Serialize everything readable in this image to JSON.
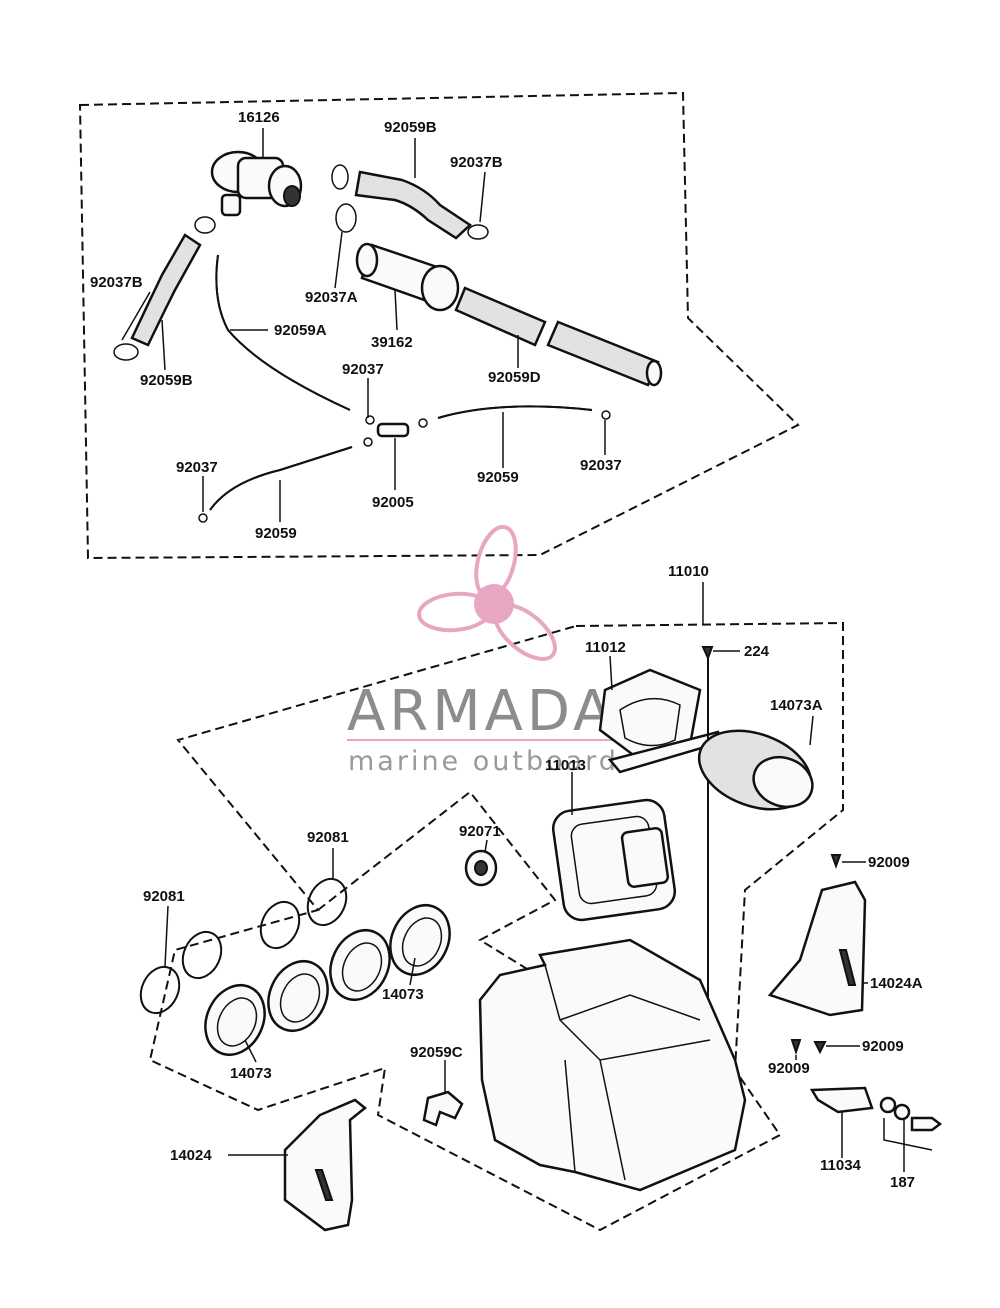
{
  "watermark": {
    "brand": "ARMADA",
    "tagline": "marine outboards",
    "brand_color": "#e7a6c2"
  },
  "callouts": {
    "p16126": "16126",
    "p92059B_top": "92059B",
    "p92037B_top": "92037B",
    "p92037B_left": "92037B",
    "p92037A": "92037A",
    "p39162": "39162",
    "p92059A": "92059A",
    "p92059B_left": "92059B",
    "p92037_mid": "92037",
    "p92059D": "92059D",
    "p92037_left": "92037",
    "p92005": "92005",
    "p92059_right": "92059",
    "p92037_right": "92037",
    "p92059_left": "92059",
    "p11010": "11010",
    "p11012": "11012",
    "p224": "224",
    "p14073A": "14073A",
    "p11013": "11013",
    "p92071": "92071",
    "p92081_top": "92081",
    "p92081_left": "92081",
    "p14073_right": "14073",
    "p14073_left": "14073",
    "p92059C": "92059C",
    "p14024": "14024",
    "p92009_top": "92009",
    "p14024A": "14024A",
    "p92009_right": "92009",
    "p92009_bottom": "92009",
    "p11034": "11034",
    "p187": "187"
  }
}
